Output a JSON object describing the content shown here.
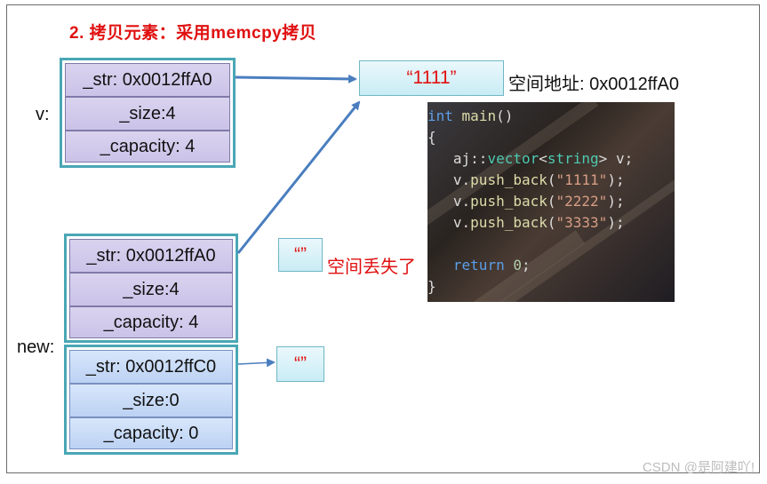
{
  "title": {
    "num": "2. ",
    "pre": "拷贝元素：采用",
    "latin": "memcpy",
    "post": "拷贝"
  },
  "v": {
    "label": "v:",
    "fields": [
      "_str: 0x0012ffA0",
      "_size:4",
      "_capacity: 4"
    ]
  },
  "new": {
    "label": "new:",
    "fields_a": [
      "_str: 0x0012ffA0",
      "_size:4",
      "_capacity: 4"
    ],
    "fields_b": [
      "_str: 0x0012ffC0",
      "_size:0",
      "_capacity: 0"
    ]
  },
  "str_main": "“1111”",
  "addr_note": "空间地址: 0x0012ffA0",
  "empty_a": "“”",
  "empty_b": "“”",
  "lost_note": "空间丢失了",
  "code": {
    "l1": {
      "kw": "int",
      "fn": "main",
      "rest": "()"
    },
    "l2": "{",
    "l3": {
      "a": "aj::",
      "ty1": "vector",
      "b": "<",
      "ty2": "string",
      "c": "> v;"
    },
    "l4": {
      "a": "v.",
      "fn": "push_back",
      "b": "(",
      "st": "\"1111\"",
      "c": ");"
    },
    "l5": {
      "a": "v.",
      "fn": "push_back",
      "b": "(",
      "st": "\"2222\"",
      "c": ");"
    },
    "l6": {
      "a": "v.",
      "fn": "push_back",
      "b": "(",
      "st": "\"3333\"",
      "c": ");"
    },
    "l7": {
      "kw": "return",
      "nm": "0",
      "c": ";"
    },
    "l8": "}"
  },
  "watermark": "CSDN @是阿建吖!",
  "colors": {
    "accent_red": "#e01010",
    "border_teal": "#4aa7b5",
    "arrow_blue": "#4a7ebf"
  }
}
